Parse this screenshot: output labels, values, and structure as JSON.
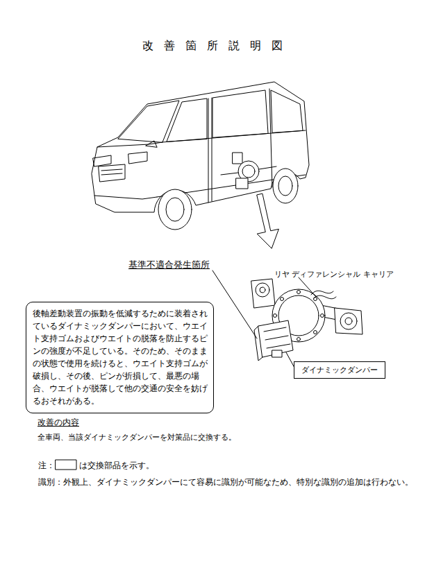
{
  "diagram": {
    "title": "改善箇所説明図",
    "nodes": [
      {
        "text": [
          "基準不適合発生箇所",
          "後軸差動装置の振動を低減するために装着されているダイナミックダンパーにおいて、ウエイト支持ゴムおよびウエイトの脱落を防止するピンの強度が不足している。そのため、そのままの状態で使用を続けると、ウエイト支持ゴムが破損し、その後、ピンが折損して、最悪の場合、ウエイトが脱落して他の交通の安全を妨げるおそれがある。"
        ]
      },
      {
        "text": [
          "ダイナミックダンパー"
        ]
      }
    ],
    "labels": [
      "リヤ ディファレンシャル キャリア",
      "改善の内容",
      "全車両、当該ダイナミックダンパーを対策品に交換する。",
      "注：",
      "は交換部品を示す。",
      "識別：外観上、ダイナミックダンパーにて容易に識別が可能なため、特別な識別の追加は行わない。"
    ]
  }
}
